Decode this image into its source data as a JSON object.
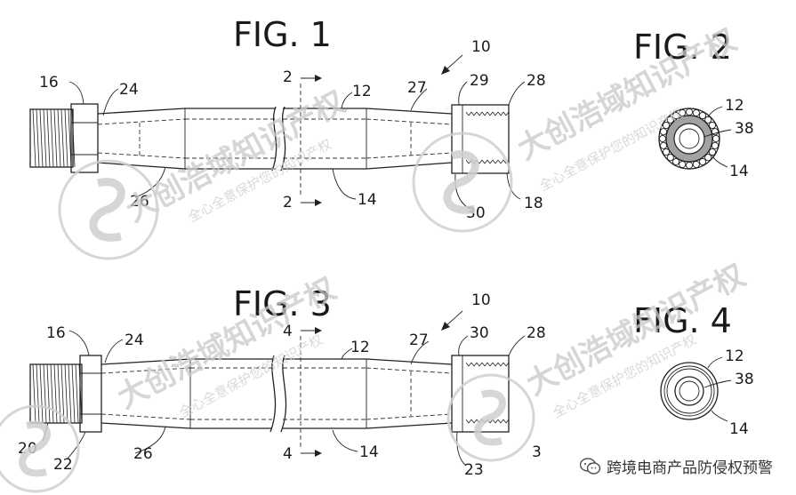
{
  "figures": {
    "fig1": {
      "title": "FIG. 1",
      "refs": {
        "r10": "10",
        "r16": "16",
        "r24": "24",
        "r12": "12",
        "r27": "27",
        "r29": "29",
        "r28": "28",
        "r26": "26",
        "r14": "14",
        "r30": "30",
        "r18": "18",
        "r2a": "2",
        "r2b": "2"
      }
    },
    "fig2": {
      "title": "FIG. 2",
      "refs": {
        "r12": "12",
        "r38": "38",
        "r14": "14"
      }
    },
    "fig3": {
      "title": "FIG. 3",
      "refs": {
        "r10": "10",
        "r16": "16",
        "r24": "24",
        "r12": "12",
        "r27": "27",
        "r30": "30",
        "r28": "28",
        "r20": "20",
        "r22": "22",
        "r26": "26",
        "r14": "14",
        "r4a": "4",
        "r4b": "4",
        "r3": "3",
        "r23": "23"
      }
    },
    "fig4": {
      "title": "FIG. 4",
      "refs": {
        "r12": "12",
        "r38": "38",
        "r14": "14"
      }
    }
  },
  "watermark": {
    "main": "大创浩域知识产权",
    "sub": "全心全意保护您的知识产权"
  },
  "footer": {
    "icon": "wechat-icon",
    "text": "跨境电商产品防侵权预警"
  }
}
